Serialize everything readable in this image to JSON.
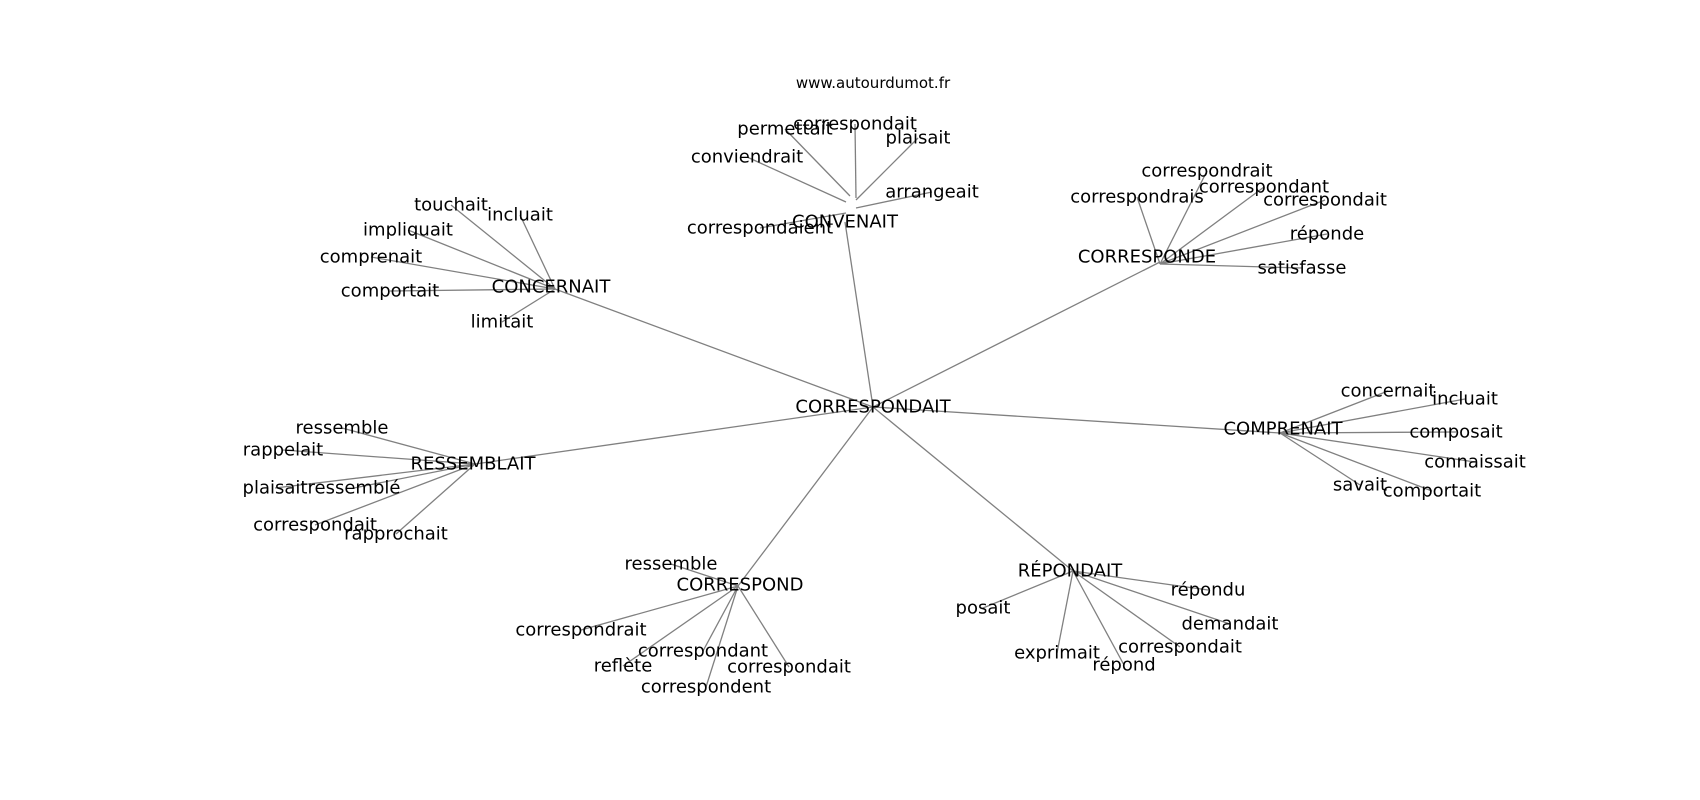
{
  "site_label": "www.autourdumot.fr",
  "colors": {
    "edge": "#808080",
    "text": "#000000",
    "background": "#ffffff"
  },
  "graph": {
    "center": "CORRESPONDAIT",
    "groups": [
      {
        "hub": "CONVENAIT",
        "leaves": [
          "permettait",
          "correspondait",
          "plaisait",
          "conviendrait",
          "arrangeait",
          "correspondaient"
        ]
      },
      {
        "hub": "CORRESPONDE",
        "leaves": [
          "correspondrait",
          "correspondrais",
          "correspondant",
          "correspondait",
          "réponde",
          "satisfasse"
        ]
      },
      {
        "hub": "CONCERNAIT",
        "leaves": [
          "touchait",
          "incluait",
          "impliquait",
          "comprenait",
          "comportait",
          "limitait"
        ]
      },
      {
        "hub": "COMPRENAIT",
        "leaves": [
          "concernait",
          "incluait",
          "composait",
          "connaissait",
          "savait",
          "comportait"
        ]
      },
      {
        "hub": "RESSEMBLAIT",
        "leaves": [
          "ressemble",
          "rappelait",
          "plaisait",
          "ressemblé",
          "correspondait",
          "rapprochait"
        ]
      },
      {
        "hub": "CORRESPOND",
        "leaves": [
          "ressemble",
          "correspondrait",
          "correspondant",
          "reflète",
          "correspondait",
          "correspondent"
        ]
      },
      {
        "hub": "RÉPONDAIT",
        "leaves": [
          "répondu",
          "posait",
          "demandait",
          "exprimait",
          "correspondait",
          "répond"
        ]
      }
    ]
  }
}
